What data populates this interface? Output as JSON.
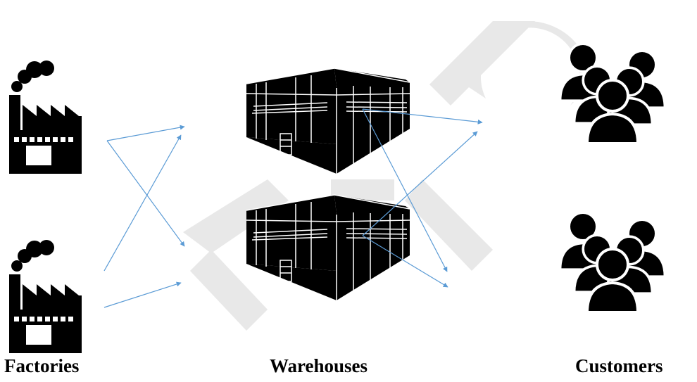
{
  "labels": {
    "factories": "Factories",
    "warehouses": "Warehouses",
    "customers": "Customers"
  },
  "nodes": {
    "factories": [
      {
        "icon": "factory-icon"
      },
      {
        "icon": "factory-icon"
      }
    ],
    "warehouses": [
      {
        "icon": "warehouse-icon"
      },
      {
        "icon": "warehouse-icon"
      }
    ],
    "customers": [
      {
        "icon": "customer-group-icon"
      },
      {
        "icon": "customer-group-icon"
      }
    ]
  },
  "colors": {
    "arrow": "#5b9bd5",
    "watermark": "#e6e6e6",
    "icon": "#000000"
  },
  "watermark": {
    "icon": "watermark-logo"
  }
}
